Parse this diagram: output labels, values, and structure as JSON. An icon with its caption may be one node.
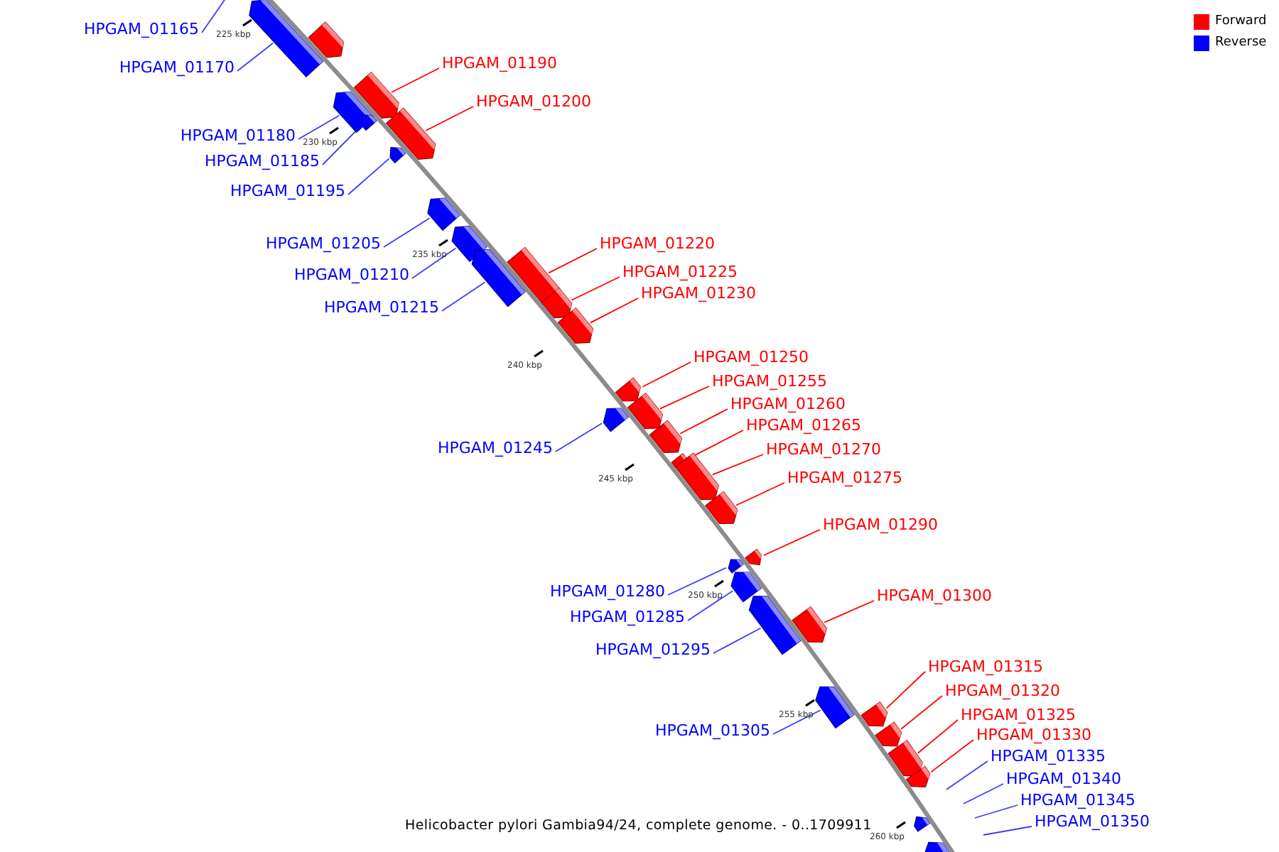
{
  "diagram": {
    "caption": "Helicobacter pylori Gambia94/24, complete genome. - 0..1709911",
    "nodes": [
      {
        "text": [
          "HPGAM_01165"
        ]
      },
      {
        "text": [
          "HPGAM_01170"
        ]
      },
      {
        "text": [],
        "shape": "box"
      },
      {
        "text": [],
        "shape": "box"
      },
      {
        "text": [
          "HPGAM_01190"
        ]
      },
      {
        "text": [],
        "shape": "box"
      },
      {
        "text": [
          "HPGAM_01180"
        ]
      },
      {
        "text": [],
        "shape": "box"
      },
      {
        "text": [
          "HPGAM_01200"
        ]
      },
      {
        "text": [],
        "shape": "box"
      },
      {
        "text": [
          "HPGAM_01185"
        ]
      },
      {
        "text": [],
        "shape": "box"
      },
      {
        "text": [
          "HPGAM_01195"
        ]
      },
      {
        "text": [],
        "shape": "box"
      },
      {
        "text": [
          "HPGAM_01205"
        ]
      },
      {
        "text": [],
        "shape": "box"
      },
      {
        "text": [
          "HPGAM_01210"
        ]
      },
      {
        "text": [],
        "shape": "box"
      },
      {
        "text": [
          "HPGAM_01215"
        ]
      },
      {
        "text": [],
        "shape": "box"
      },
      {
        "text": [
          "HPGAM_01220"
        ]
      },
      {
        "text": [],
        "shape": "box"
      },
      {
        "text": [
          "HPGAM_01225"
        ]
      },
      {
        "text": [],
        "shape": "box"
      },
      {
        "text": [
          "HPGAM_01230"
        ]
      },
      {
        "text": [],
        "shape": "box"
      },
      {
        "text": [
          "HPGAM_01250"
        ]
      },
      {
        "text": [],
        "shape": "box"
      },
      {
        "text": [
          "HPGAM_01255"
        ]
      },
      {
        "text": [],
        "shape": "box"
      },
      {
        "text": [
          "HPGAM_01260"
        ]
      },
      {
        "text": [],
        "shape": "box"
      },
      {
        "text": [
          "HPGAM_01265"
        ]
      },
      {
        "text": [],
        "shape": "box"
      },
      {
        "text": [
          "HPGAM_01245"
        ]
      },
      {
        "text": [],
        "shape": "box"
      },
      {
        "text": [
          "HPGAM_01270"
        ]
      },
      {
        "text": [],
        "shape": "box"
      },
      {
        "text": [
          "HPGAM_01275"
        ]
      },
      {
        "text": [],
        "shape": "box"
      },
      {
        "text": [
          "HPGAM_01290"
        ]
      },
      {
        "text": [],
        "shape": "box"
      },
      {
        "text": [
          "HPGAM_01280"
        ]
      },
      {
        "text": [],
        "shape": "box"
      },
      {
        "text": [
          "HPGAM_01300"
        ]
      },
      {
        "text": [],
        "shape": "box"
      },
      {
        "text": [
          "HPGAM_01285"
        ]
      },
      {
        "text": [],
        "shape": "box"
      },
      {
        "text": [
          "HPGAM_01295"
        ]
      },
      {
        "text": [],
        "shape": "box"
      },
      {
        "text": [
          "HPGAM_01315"
        ]
      },
      {
        "text": [],
        "shape": "box"
      },
      {
        "text": [
          "HPGAM_01320"
        ]
      },
      {
        "text": [],
        "shape": "box"
      },
      {
        "text": [
          "HPGAM_01325"
        ]
      },
      {
        "text": [],
        "shape": "box"
      },
      {
        "text": [
          "HPGAM_01305"
        ]
      },
      {
        "text": [],
        "shape": "box"
      },
      {
        "text": [
          "HPGAM_01330"
        ]
      },
      {
        "text": [],
        "shape": "box"
      },
      {
        "text": [
          "HPGAM_01335"
        ]
      },
      {
        "text": [
          "HPGAM_01340"
        ]
      },
      {
        "text": [
          "HPGAM_01345"
        ]
      },
      {
        "text": [],
        "shape": "box"
      },
      {
        "text": [
          "HPGAM_01350"
        ]
      },
      {
        "text": [],
        "shape": "box"
      }
    ],
    "edges": [
      {
        "from": 0,
        "to": null,
        "arrow": "none"
      },
      {
        "from": 1,
        "to": 2,
        "arrow": "none"
      },
      {
        "from": 4,
        "to": 5,
        "arrow": "none",
        "color": "#ff0000"
      },
      {
        "from": 6,
        "to": 7,
        "arrow": "none"
      },
      {
        "from": 8,
        "to": 9,
        "arrow": "none",
        "color": "#ff0000"
      },
      {
        "from": 10,
        "to": 11,
        "arrow": "none"
      },
      {
        "from": 12,
        "to": 13,
        "arrow": "none"
      },
      {
        "from": 14,
        "to": 15,
        "arrow": "none"
      },
      {
        "from": 16,
        "to": 17,
        "arrow": "none"
      },
      {
        "from": 18,
        "to": 19,
        "arrow": "none"
      },
      {
        "from": 20,
        "to": 21,
        "arrow": "none",
        "color": "#ff0000"
      },
      {
        "from": 22,
        "to": 23,
        "arrow": "none",
        "color": "#ff0000"
      },
      {
        "from": 24,
        "to": 25,
        "arrow": "none",
        "color": "#ff0000"
      },
      {
        "from": 26,
        "to": 27,
        "arrow": "none",
        "color": "#ff0000"
      },
      {
        "from": 28,
        "to": 29,
        "arrow": "none",
        "color": "#ff0000"
      },
      {
        "from": 30,
        "to": 31,
        "arrow": "none",
        "color": "#ff0000"
      },
      {
        "from": 32,
        "to": 33,
        "arrow": "none",
        "color": "#ff0000"
      },
      {
        "from": 34,
        "to": 35,
        "arrow": "none"
      },
      {
        "from": 36,
        "to": 37,
        "arrow": "none",
        "color": "#ff0000"
      },
      {
        "from": 38,
        "to": 39,
        "arrow": "none",
        "color": "#ff0000"
      },
      {
        "from": 40,
        "to": 41,
        "arrow": "none",
        "color": "#ff0000"
      },
      {
        "from": 42,
        "to": 43,
        "arrow": "none"
      },
      {
        "from": 44,
        "to": 45,
        "arrow": "none",
        "color": "#ff0000"
      },
      {
        "from": 46,
        "to": 47,
        "arrow": "none"
      },
      {
        "from": 48,
        "to": 49,
        "arrow": "none"
      },
      {
        "from": 50,
        "to": 51,
        "arrow": "none",
        "color": "#ff0000"
      },
      {
        "from": 52,
        "to": 53,
        "arrow": "none",
        "color": "#ff0000"
      },
      {
        "from": 54,
        "to": 55,
        "arrow": "none",
        "color": "#ff0000"
      },
      {
        "from": 56,
        "to": 57,
        "arrow": "none"
      },
      {
        "from": 58,
        "to": 59,
        "arrow": "none",
        "color": "#ff0000"
      },
      {
        "from": 60,
        "to": null,
        "arrow": "none"
      },
      {
        "from": 61,
        "to": null,
        "arrow": "none"
      },
      {
        "from": 62,
        "to": null,
        "arrow": "none"
      },
      {
        "from": 64,
        "to": null,
        "arrow": "none"
      }
    ],
    "labels": [
      "225 kbp",
      "230 kbp",
      "235 kbp",
      "240 kbp",
      "245 kbp",
      "250 kbp",
      "255 kbp",
      "260 kbp"
    ],
    "legend": [
      {
        "text": "Forward",
        "color": "#ff0000"
      },
      {
        "text": "Reverse",
        "color": "#0000ff"
      }
    ]
  }
}
